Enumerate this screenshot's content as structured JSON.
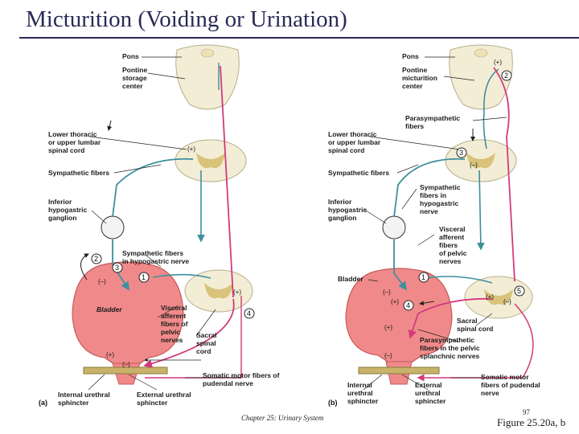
{
  "title": "Micturition (Voiding or Urination)",
  "footer": {
    "center": "Chapter 25: Urinary System",
    "page": "97",
    "figure": "Figure 25.20a, b"
  },
  "colors": {
    "parasympathetic": "#d23a7e",
    "sympathetic": "#3d8f9e",
    "spinal_cord": "#f3edd6",
    "gray_matter": "#d9c27a",
    "bladder": "#f08a8a",
    "sphincter": "#c9b26a"
  },
  "panel_a": {
    "tag": "(a)",
    "labels": {
      "pons": "Pons",
      "storage_center": [
        "Pontine",
        "storage",
        "center"
      ],
      "lower_thoracic": [
        "Lower thoracic",
        "or upper lumbar",
        "spinal cord"
      ],
      "sympathetic_fibers": "Sympathetic fibers",
      "inferior_ganglion": [
        "Inferior",
        "hypogastric",
        "ganglion"
      ],
      "hypogastric_nerve": [
        "Sympathetic fibers",
        "in hypogastric nerve"
      ],
      "bladder": "Bladder",
      "visceral_afferent": [
        "Visceral",
        "afferent",
        "fibers of",
        "pelvic",
        "nerves"
      ],
      "sacral": [
        "Sacral",
        "spinal",
        "cord"
      ],
      "somatic_motor": [
        "Somatic motor fibers of",
        "pudendal nerve"
      ],
      "internal_sphincter": [
        "Internal urethral",
        "sphincter"
      ],
      "external_sphincter": [
        "External urethral",
        "sphincter"
      ]
    },
    "steps": [
      "1",
      "2",
      "3",
      "4"
    ],
    "signs": [
      "(+)",
      "(+)",
      "(–)",
      "(+)",
      "(–)"
    ]
  },
  "panel_b": {
    "tag": "(b)",
    "labels": {
      "pons": "Pons",
      "micturition_center": [
        "Pontine",
        "micturition",
        "center"
      ],
      "parasympathetic_fibers": [
        "Parasympathetic",
        "fibers"
      ],
      "lower_thoracic": [
        "Lower thoracic",
        "or upper lumbar",
        "spinal cord"
      ],
      "sympathetic_fibers": "Sympathetic fibers",
      "sympathetic_hypogastric": [
        "Sympathetic",
        "fibers in",
        "hypogastric",
        "nerve"
      ],
      "inferior_ganglion": [
        "Inferior",
        "hypogastric",
        "ganglion"
      ],
      "visceral_afferent": [
        "Visceral",
        "afferent",
        "fibers",
        "of pelvic",
        "nerves"
      ],
      "bladder": "Bladder",
      "sacral": [
        "Sacral",
        "spinal cord"
      ],
      "parasympathetic_pelvic": [
        "Parasympathetic",
        "fibers in the pelvic",
        "splanchnic nerves"
      ],
      "somatic_motor": [
        "Somatic motor",
        "fibers of pudendal",
        "nerve"
      ],
      "internal_sphincter": [
        "Internal",
        "urethral",
        "sphincter"
      ],
      "external_sphincter": [
        "External",
        "urethral",
        "sphincter"
      ]
    },
    "steps": [
      "1",
      "2",
      "3",
      "4",
      "5"
    ],
    "signs": [
      "(+)",
      "(–)",
      "(+)",
      "(–)",
      "(+)",
      "(–)",
      "(+)",
      "(–)"
    ]
  }
}
